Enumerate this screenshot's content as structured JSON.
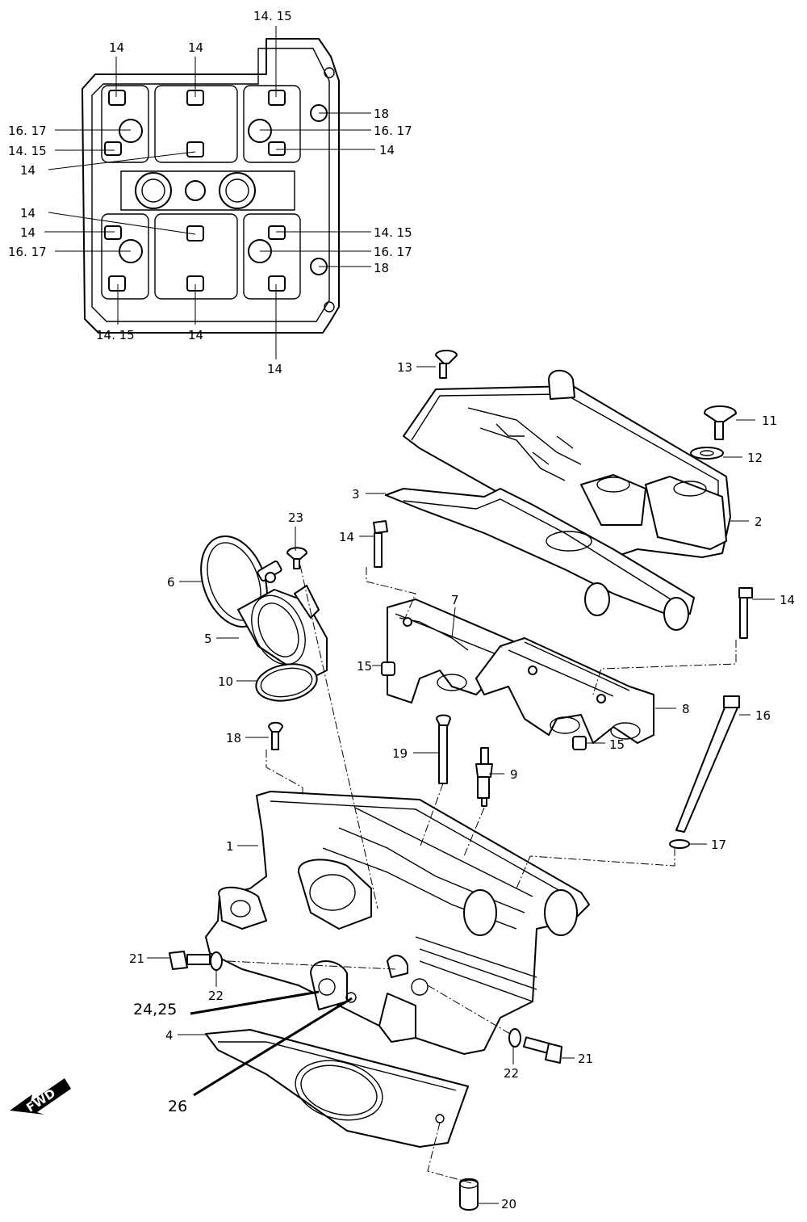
{
  "labels": {
    "top_14_a": "14",
    "top_14_b": "14",
    "top_1415_top": "14. 15",
    "left_1617_a": "16. 17",
    "left_1415_a": "14. 15",
    "left_14_a": "14",
    "left_14_b": "14",
    "left_14_c": "14",
    "left_1617_b": "16. 17",
    "right_18_a": "18",
    "right_1617_a": "16. 17",
    "right_14_a": "14",
    "right_1415_b": "14. 15",
    "right_1617_b": "16. 17",
    "right_18_b": "18",
    "bottom_1415": "14. 15",
    "bottom_14_a": "14",
    "bottom_14_b": "14",
    "p13": "13",
    "p11": "11",
    "p12": "12",
    "p3": "3",
    "p2": "2",
    "p14_left": "14",
    "p23": "23",
    "p6": "6",
    "p7": "7",
    "p14_right": "14",
    "p5": "5",
    "p15_left": "15",
    "p10": "10",
    "p8": "8",
    "p15_right": "15",
    "p16": "16",
    "p18": "18",
    "p19": "19",
    "p9": "9",
    "p1": "1",
    "p17": "17",
    "p21_left": "21",
    "p22_left": "22",
    "p2425": "24,25",
    "p4": "4",
    "p22_right": "22",
    "p21_right": "21",
    "p26": "26",
    "fwd": "FWD",
    "p20": "20"
  }
}
